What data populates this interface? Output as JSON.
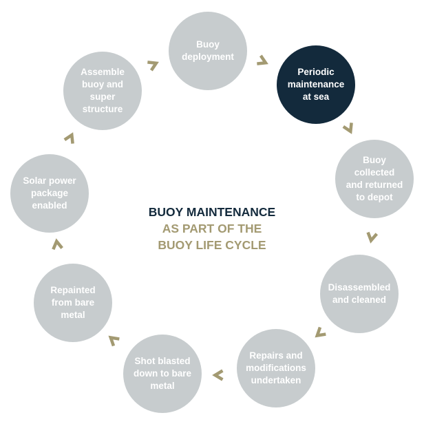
{
  "colors": {
    "node": "#c7ccce",
    "active_node": "#132a3c",
    "arrow": "#a39a72",
    "title_dark": "#132a3c",
    "title_gold": "#a39a72",
    "node_text": "#ffffff"
  },
  "title": {
    "line1": "BUOY MAINTENANCE",
    "line2": "AS PART OF THE",
    "line3": "BUOY LIFE CYCLE"
  },
  "nodes": [
    {
      "id": "buoy-deployment",
      "label": "Buoy\ndeployment",
      "active": false
    },
    {
      "id": "periodic-maintenance",
      "label": "Periodic\nmaintenance\nat sea",
      "active": true
    },
    {
      "id": "buoy-collected",
      "label": "Buoy\ncollected\nand returned\nto depot",
      "active": false
    },
    {
      "id": "disassembled",
      "label": "Disassembled\nand cleaned",
      "active": false
    },
    {
      "id": "repairs",
      "label": "Repairs and\nmodifications\nundertaken",
      "active": false
    },
    {
      "id": "shot-blasted",
      "label": "Shot blasted\ndown to bare\nmetal",
      "active": false
    },
    {
      "id": "repainted",
      "label": "Repainted\nfrom bare\nmetal",
      "active": false
    },
    {
      "id": "solar-power",
      "label": "Solar power\npackage\nenabled",
      "active": false
    },
    {
      "id": "assemble",
      "label": "Assemble\nbuoy and\nsuper\nstructure",
      "active": false
    }
  ],
  "arrows": [
    {
      "icon": "arrow-icon"
    },
    {
      "icon": "arrow-icon"
    },
    {
      "icon": "arrow-icon"
    },
    {
      "icon": "arrow-icon"
    },
    {
      "icon": "arrow-icon"
    },
    {
      "icon": "arrow-icon"
    },
    {
      "icon": "arrow-icon"
    },
    {
      "icon": "arrow-icon"
    },
    {
      "icon": "arrow-icon"
    }
  ]
}
